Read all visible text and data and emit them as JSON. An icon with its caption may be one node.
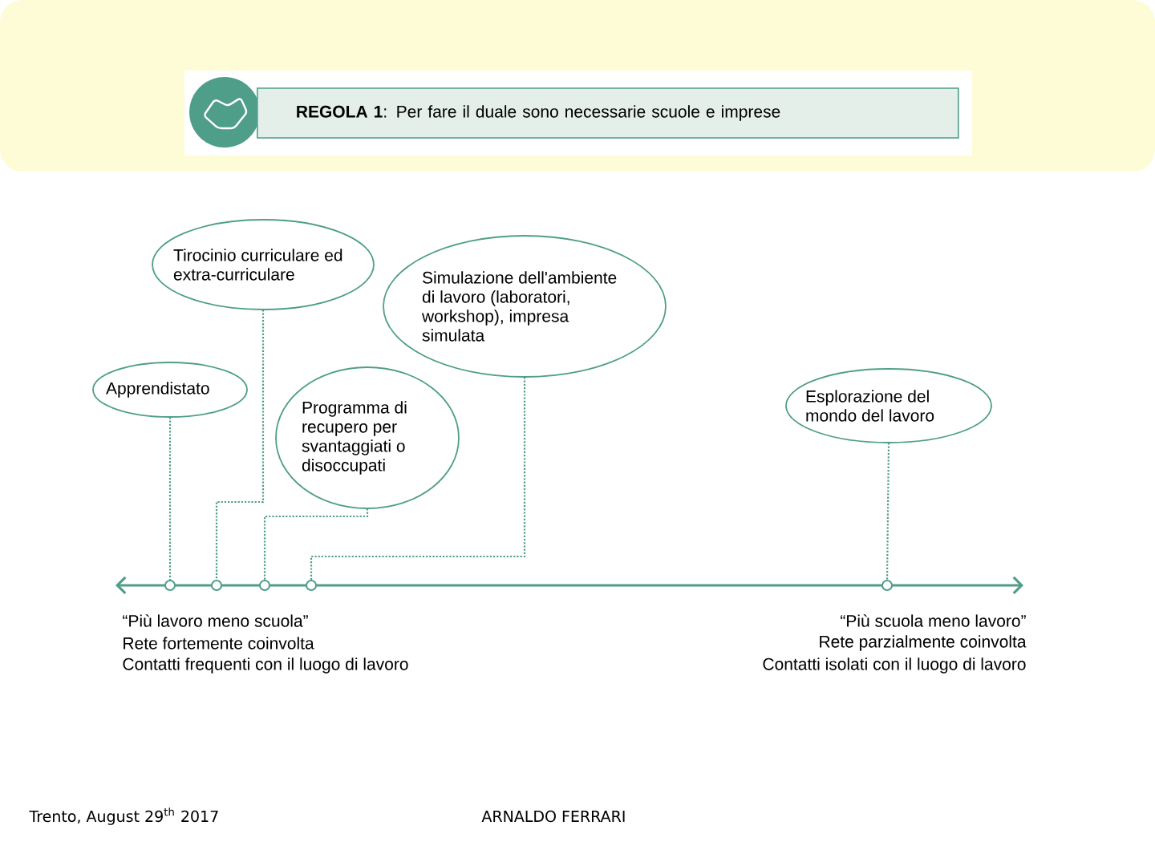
{
  "diagram": {
    "nodes": [
      {
        "text": [
          "**REGOLA 1**: Per fare il duale sono necessarie scuole e imprese"
        ]
      },
      {
        "text": [
          "Tirocinio curriculare ed extra-curriculare"
        ]
      },
      {
        "text": [
          "Simulazione dell'ambiente di lavoro (laboratori, workshop), impresa simulata"
        ]
      },
      {
        "text": [
          "Apprendistato"
        ]
      },
      {
        "text": [
          "Programma di recupero per svantaggiati o disoccupati"
        ]
      },
      {
        "text": [
          "Esplorazione del mondo del lavoro"
        ]
      },
      {
        "text": [],
        "shape": "circle"
      },
      {
        "text": [],
        "shape": "circle"
      },
      {
        "text": [],
        "shape": "circle"
      },
      {
        "text": [],
        "shape": "circle"
      },
      {
        "text": [],
        "shape": "circle"
      }
    ],
    "edges": [
      {
        "from": 1,
        "to": 7,
        "arrow": "none",
        "style": "dashed"
      },
      {
        "from": 2,
        "to": 9,
        "arrow": "none",
        "style": "dashed"
      },
      {
        "from": 3,
        "to": 6,
        "arrow": "none",
        "style": "dashed"
      },
      {
        "from": 4,
        "to": 8,
        "arrow": "none",
        "style": "dashed"
      },
      {
        "from": 5,
        "to": 10,
        "arrow": "none",
        "style": "dashed"
      }
    ],
    "labels": [
      "“Più lavoro meno scuola”",
      "Rete fortemente coinvolta",
      "Contatti frequenti con il luogo di lavoro",
      "“Più scuola meno lavoro”",
      "Rete parzialmente coinvolta",
      "Contatti isolati con il luogo di lavoro",
      "Trento, August 29$^{th}$ 2017",
      "ARNALDO FERRARI"
    ]
  }
}
